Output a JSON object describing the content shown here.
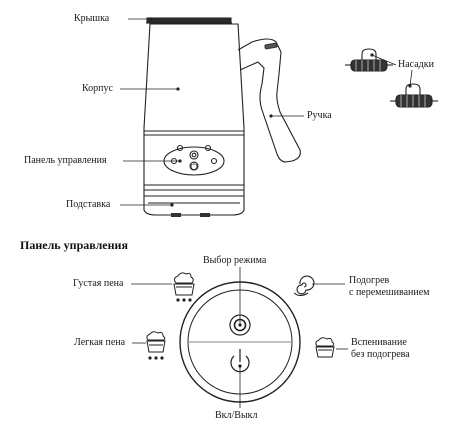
{
  "device_labels": {
    "lid": "Крышка",
    "body": "Корпус",
    "handle": "Ручка",
    "control_panel": "Панель управления",
    "base": "Подставка",
    "whisks": "Насадки"
  },
  "panel_section": {
    "title": "Панель управления",
    "mode_select": "Выбор режима",
    "thick_foam": "Густая пена",
    "light_foam": "Легкая пена",
    "heat_stir_line1": "Подогрев",
    "heat_stir_line2": "с перемешиванием",
    "froth_no_heat_line1": "Вспенивание",
    "froth_no_heat_line2": "без подогрева",
    "power": "Вкл/Выкл"
  },
  "icons": [
    "thick-foam-icon",
    "light-foam-icon",
    "heat-swirl-icon",
    "cold-foam-icon",
    "mode-button-icon",
    "power-icon"
  ]
}
